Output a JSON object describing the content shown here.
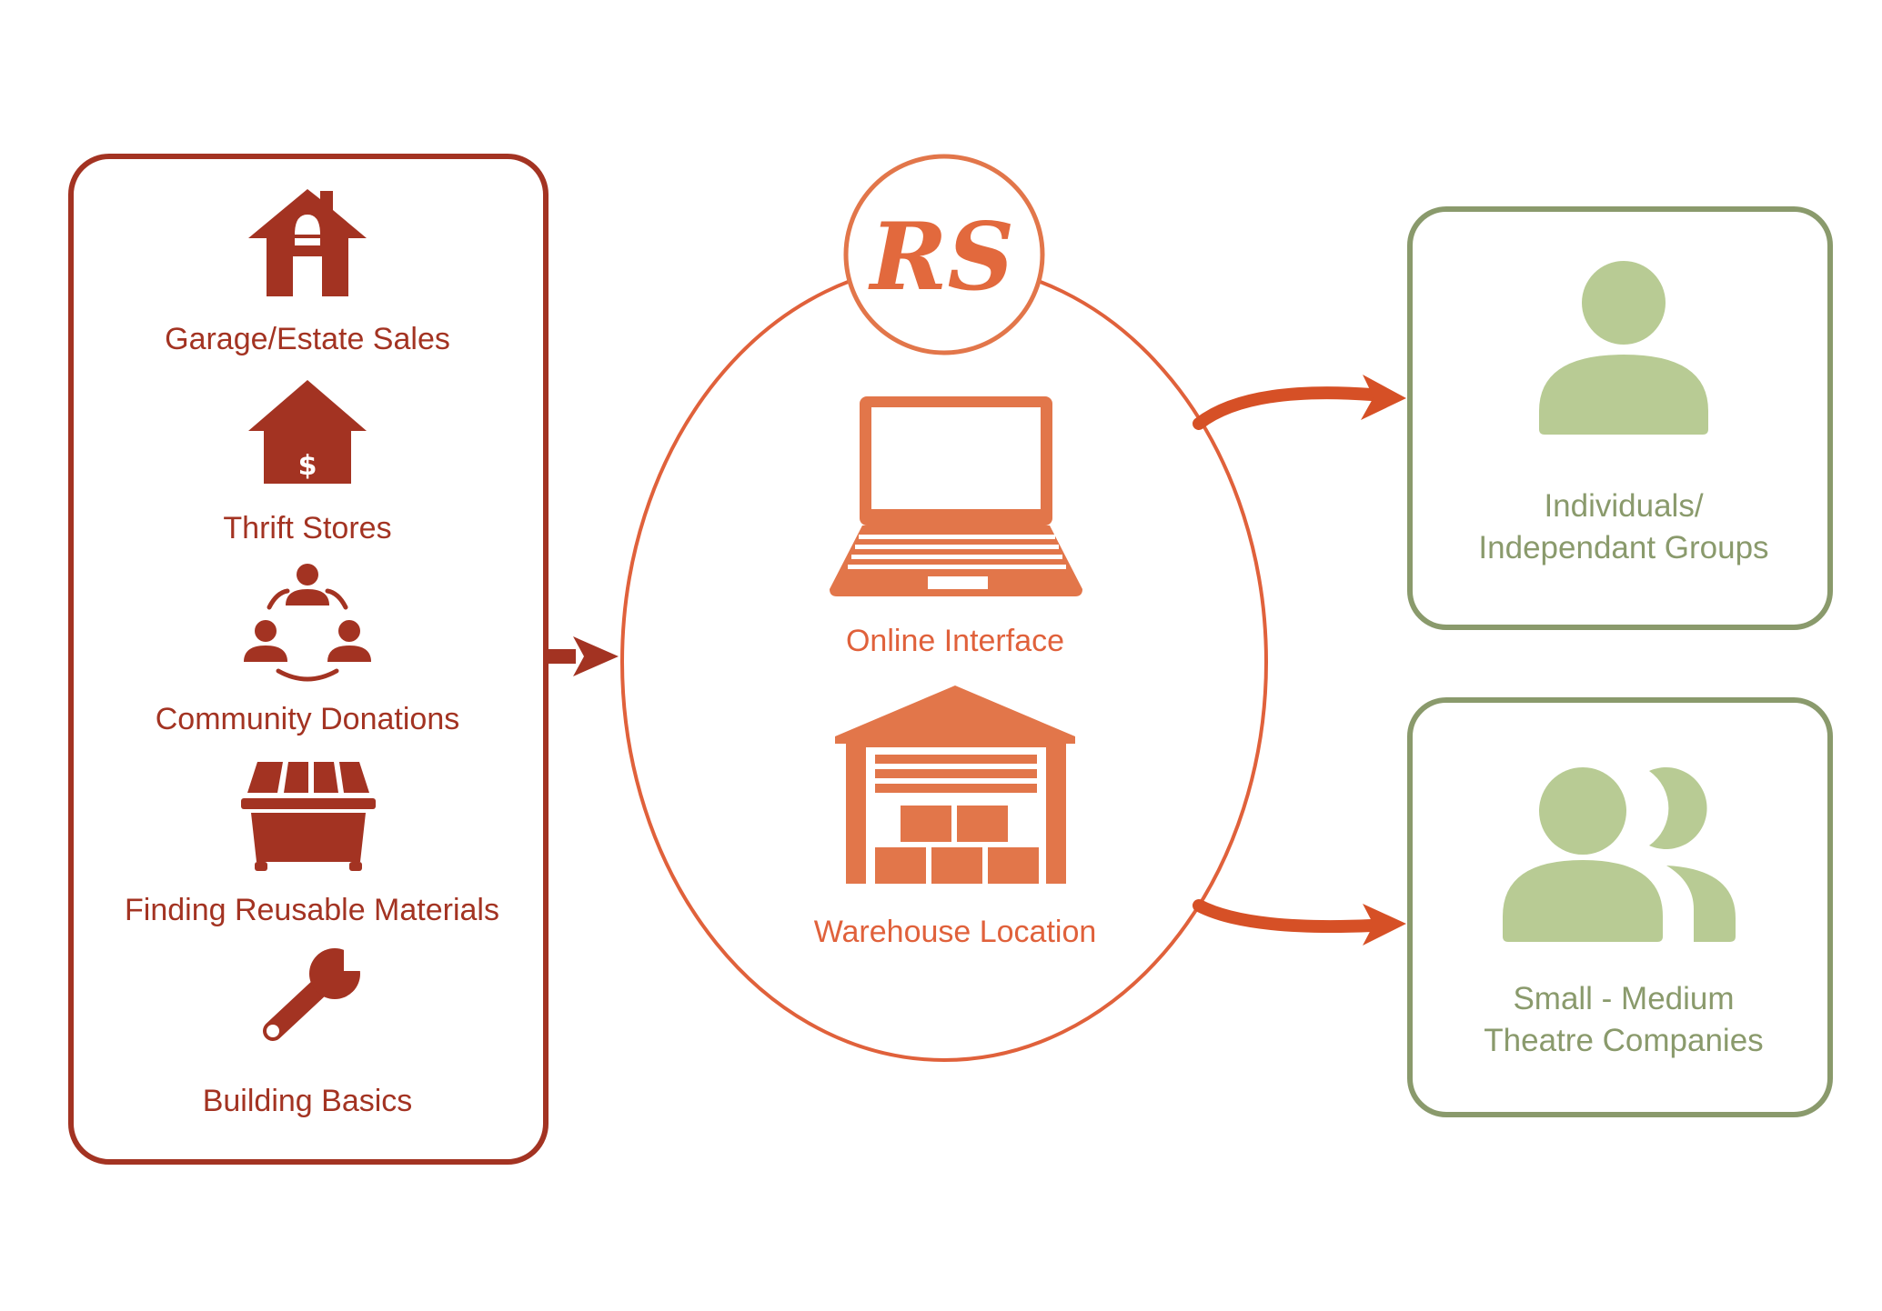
{
  "colors": {
    "source": "#a33322",
    "hub": "#e0613b",
    "hub_icon": "#e2764a",
    "arrow_out": "#d65026",
    "audience_border": "#8a9a6c",
    "audience_icon": "#b8cb94",
    "audience_text": "#8a9a6c"
  },
  "logo": {
    "text": "RS"
  },
  "sources": [
    {
      "icon": "house-icon",
      "label": "Garage/Estate Sales"
    },
    {
      "icon": "shop-house-icon",
      "label": "Thrift Stores"
    },
    {
      "icon": "community-icon",
      "label": "Community Donations"
    },
    {
      "icon": "dumpster-icon",
      "label": "Finding Reusable Materials"
    },
    {
      "icon": "wrench-icon",
      "label": "Building Basics"
    }
  ],
  "hub": {
    "channels": [
      {
        "icon": "laptop-icon",
        "label": "Online Interface"
      },
      {
        "icon": "warehouse-icon",
        "label": "Warehouse Location"
      }
    ]
  },
  "audiences": [
    {
      "icon": "person-icon",
      "lines": [
        "Individuals/",
        "Independant Groups"
      ]
    },
    {
      "icon": "group-icon",
      "lines": [
        "Small - Medium",
        "Theatre Companies"
      ]
    }
  ]
}
